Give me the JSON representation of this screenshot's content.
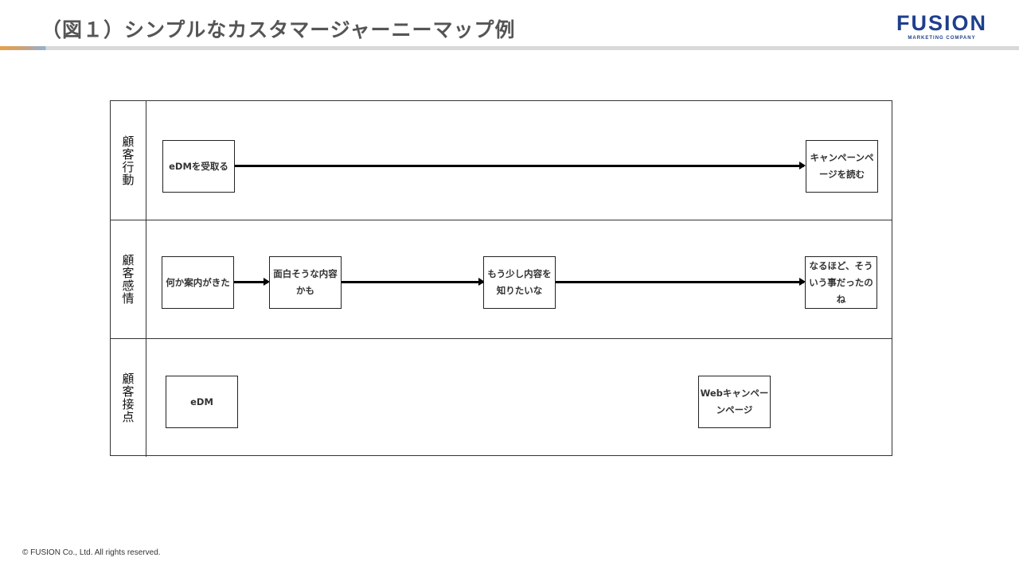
{
  "slide": {
    "title": "（図１）シンプルなカスタマージャーニーマップ例",
    "footer": "© FUSION Co., Ltd. All rights reserved."
  },
  "logo": {
    "main": "FUSION",
    "sub": "MARKETING COMPANY",
    "color": "#1f3f8c"
  },
  "rows": [
    {
      "label": "顧客行動",
      "nodes": [
        "eDMを受取る",
        "キャンペーンページを読む"
      ]
    },
    {
      "label": "顧客感情",
      "nodes": [
        "何か案内がきた",
        "面白そうな内容かも",
        "もう少し内容を知りたいな",
        "なるほど、そういう事だったのね"
      ]
    },
    {
      "label": "顧客接点",
      "nodes": [
        "eDM",
        "Webキャンペーンページ"
      ]
    }
  ]
}
